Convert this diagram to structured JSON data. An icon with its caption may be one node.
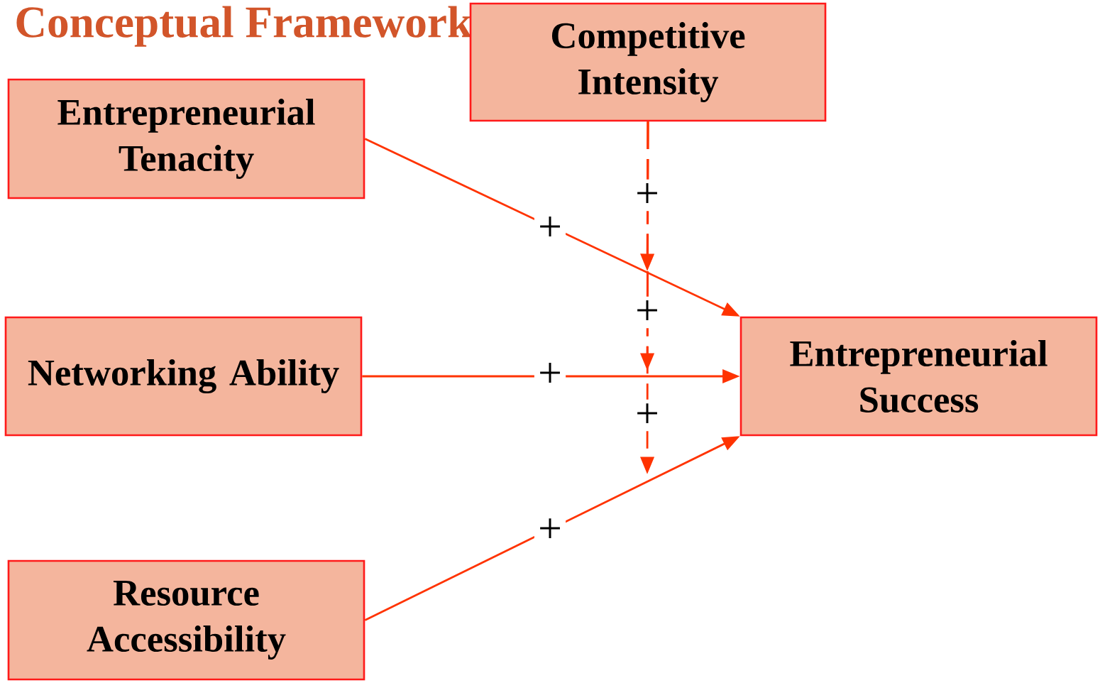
{
  "diagram": {
    "title": "Conceptual Framework",
    "nodes": [
      {
        "text": [
          "Competitive Intensity"
        ]
      },
      {
        "text": [
          "Entrepreneurial Tenacity"
        ]
      },
      {
        "text": [
          "Networking Ability"
        ]
      },
      {
        "text": [
          "Entrepreneurial Success"
        ]
      },
      {
        "text": [
          "Resource Accessibility"
        ]
      }
    ],
    "edges": [
      {
        "from": 1,
        "to": 3,
        "arrow": "to",
        "label": "+"
      },
      {
        "from": 2,
        "to": 3,
        "arrow": "to",
        "label": "+"
      },
      {
        "from": 4,
        "to": 3,
        "arrow": "to",
        "label": "+"
      },
      {
        "from": 0,
        "to": null,
        "arrow": "to",
        "label": "+",
        "style": "dashed"
      },
      {
        "from": 0,
        "to": null,
        "arrow": "to",
        "label": "+",
        "style": "dashed"
      },
      {
        "from": 0,
        "to": null,
        "arrow": "to",
        "label": "+",
        "style": "dashed"
      }
    ]
  }
}
